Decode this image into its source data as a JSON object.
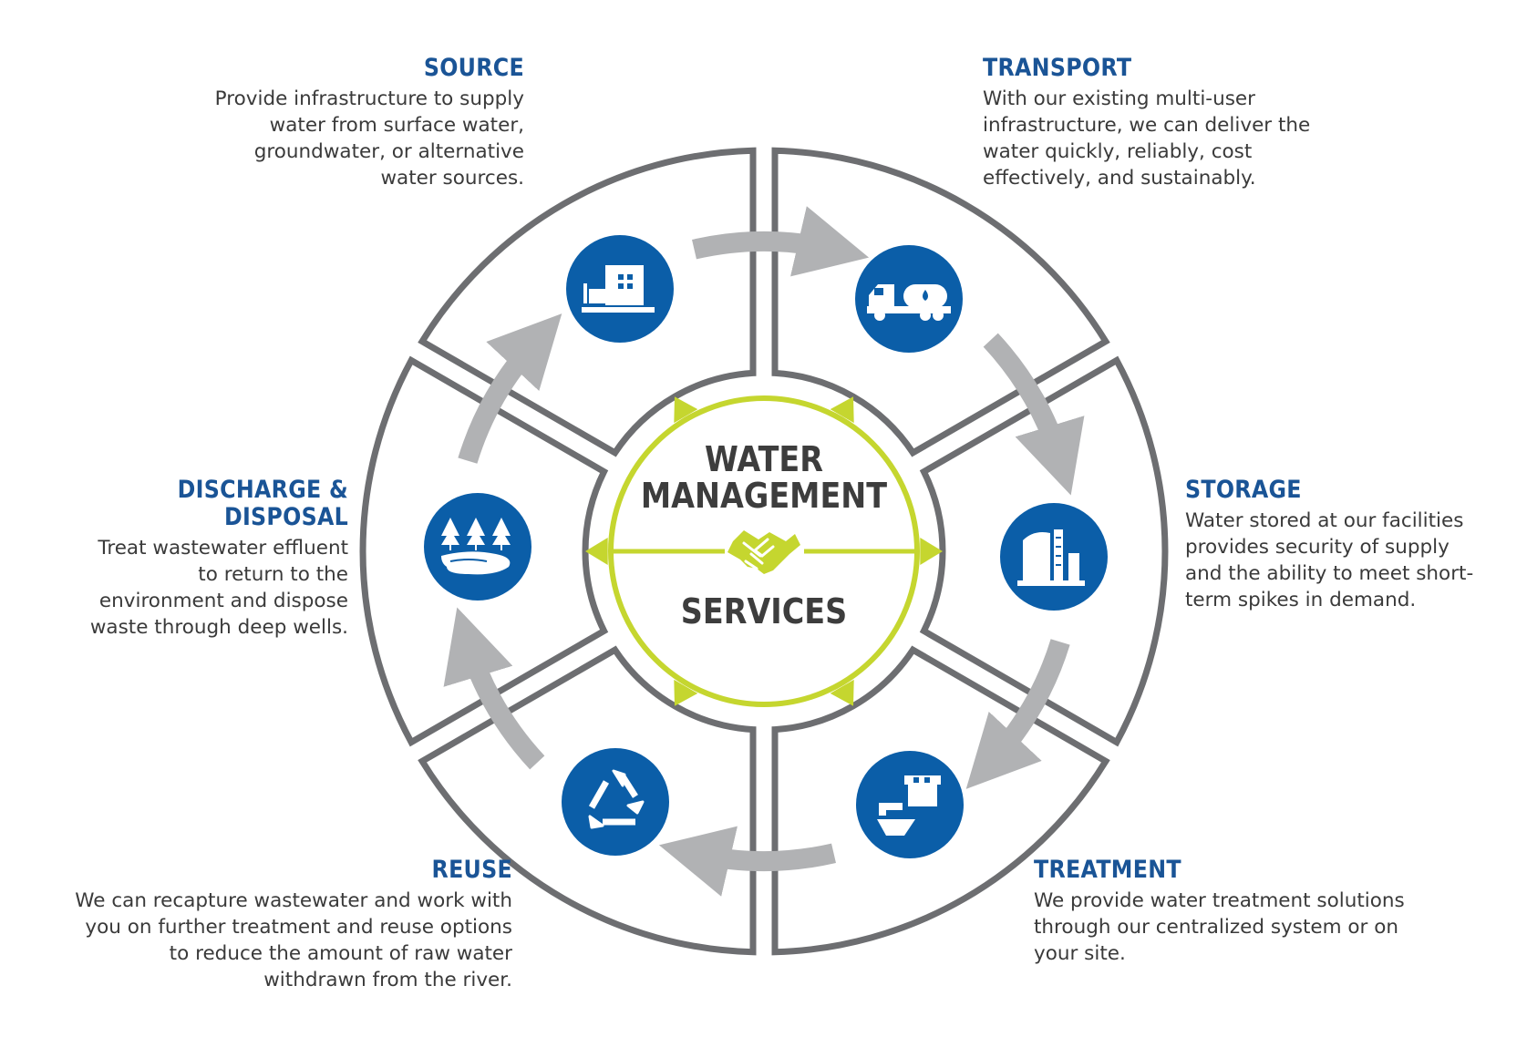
{
  "colors": {
    "title_blue": "#1a5496",
    "icon_blue": "#0b5ea8",
    "ring_gray": "#6d6e71",
    "arrow_gray": "#b1b2b4",
    "accent_green": "#c5d62f",
    "body_text": "#3a3a3a"
  },
  "center": {
    "line1": "WATER",
    "line2": "MANAGEMENT",
    "line3": "SERVICES",
    "icon": "handshake-icon"
  },
  "stages": {
    "source": {
      "title": "SOURCE",
      "body": "Provide infrastructure to supply water from surface water, groundwater, or alternative water sources.",
      "icon": "pump-station-icon"
    },
    "transport": {
      "title": "TRANSPORT",
      "body": "With our existing multi-user infrastructure, we can deliver the water quickly, reliably, cost effectively, and sustainably.",
      "icon": "tanker-truck-icon"
    },
    "storage": {
      "title": "STORAGE",
      "body": "Water stored at our facilities provides security of supply and the ability to meet short-term spikes in demand.",
      "icon": "storage-tank-icon"
    },
    "treatment": {
      "title": "TREATMENT",
      "body": "We provide water treatment solutions through our centralized system or on your site.",
      "icon": "treatment-plant-icon"
    },
    "reuse": {
      "title": "REUSE",
      "body": "We can recapture wastewater and work with you on further treatment and reuse options to reduce the amount of raw water withdrawn from the river.",
      "icon": "recycle-icon"
    },
    "discharge": {
      "title": "DISCHARGE & DISPOSAL",
      "body": "Treat wastewater effluent to return to the environment and dispose waste through deep wells.",
      "icon": "forest-pond-icon"
    }
  }
}
